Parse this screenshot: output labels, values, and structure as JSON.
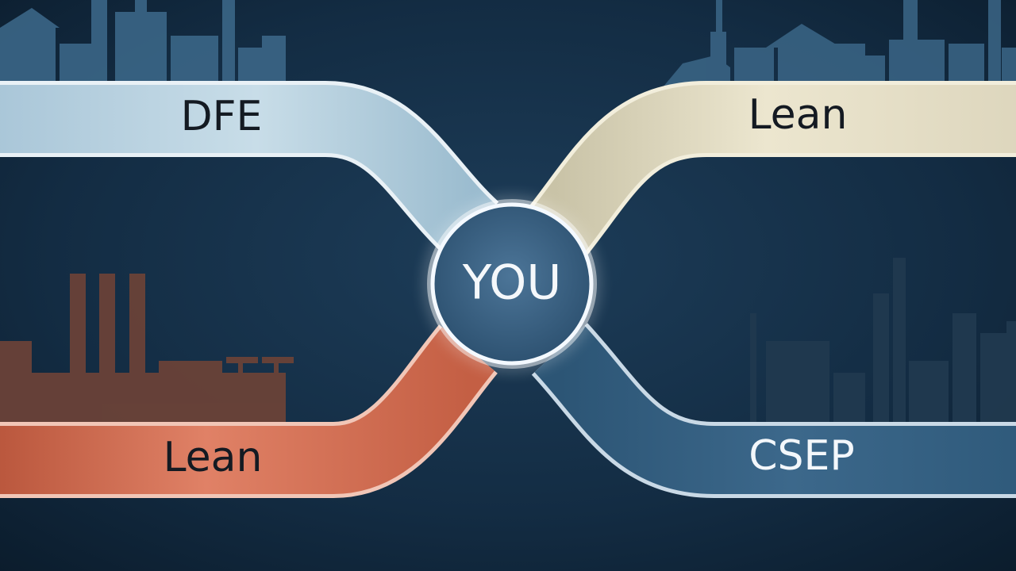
{
  "diagram": {
    "center": {
      "label": "YOU"
    },
    "paths": [
      {
        "id": "top-left",
        "label": "DFE",
        "color": "#b8d2e0"
      },
      {
        "id": "top-right",
        "label": "Lean",
        "color": "#ddd6bd"
      },
      {
        "id": "bottom-left",
        "label": "Lean",
        "color": "#c9664a"
      },
      {
        "id": "bottom-right",
        "label": "CSEP",
        "color": "#3f6a8c"
      }
    ]
  },
  "colors": {
    "background": "#0e2235",
    "skyline_top": "#3b6687",
    "skyline_warm": "#6a4238",
    "skyline_dark": "#20394f",
    "outline": "#d9e4ec",
    "glow": "#ffffff"
  }
}
